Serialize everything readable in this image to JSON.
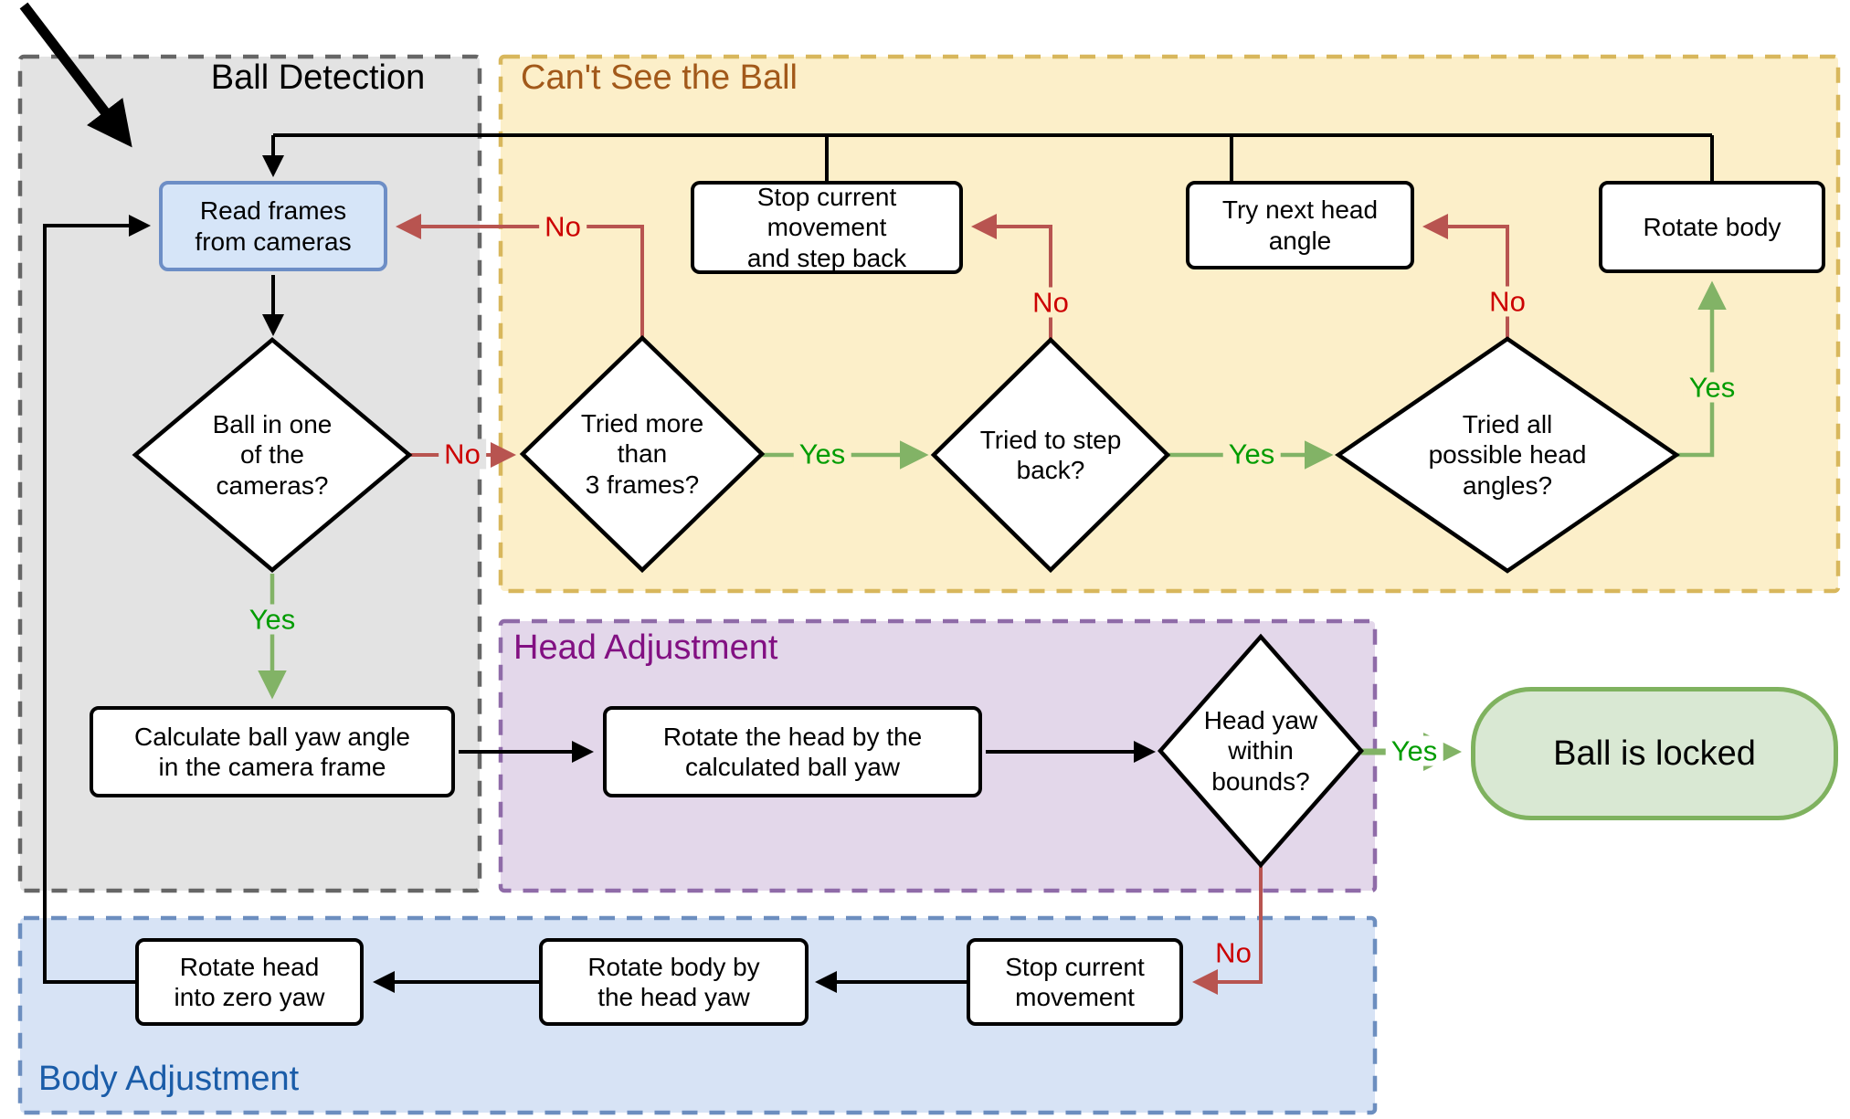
{
  "regions": {
    "ball_detection": {
      "label": "Ball Detection",
      "bg": "#e3e3e3",
      "border": "#666666",
      "title_color": "#000000"
    },
    "cant_see_ball": {
      "label": "Can't See the Ball",
      "bg": "#fcefc9",
      "border": "#d8b75c",
      "title_color": "#a2591a"
    },
    "head_adjustment": {
      "label": "Head Adjustment",
      "bg": "#e3d7ea",
      "border": "#8f6ba8",
      "title_color": "#821082"
    },
    "body_adjustment": {
      "label": "Body Adjustment",
      "bg": "#d7e3f5",
      "border": "#6c8ebf",
      "title_color": "#1a5ca8"
    }
  },
  "nodes": {
    "read_frames": {
      "label": "Read frames\nfrom cameras",
      "type": "process"
    },
    "ball_in_cameras": {
      "label": "Ball in one\nof the\ncameras?",
      "type": "decision"
    },
    "tried_3_frames": {
      "label": "Tried more\nthan\n3 frames?",
      "type": "decision"
    },
    "stop_step_back": {
      "label": "Stop current movement\nand step back",
      "type": "process"
    },
    "tried_step_back": {
      "label": "Tried to step\nback?",
      "type": "decision"
    },
    "try_next_head": {
      "label": "Try next head\nangle",
      "type": "process"
    },
    "tried_all_angles": {
      "label": "Tried all\npossible head\nangles?",
      "type": "decision"
    },
    "rotate_body": {
      "label": "Rotate body",
      "type": "process"
    },
    "calc_ball_yaw": {
      "label": "Calculate ball yaw angle\nin the camera frame",
      "type": "process"
    },
    "rotate_head_by_yaw": {
      "label": "Rotate the head by the\ncalculated ball yaw",
      "type": "process"
    },
    "head_yaw_bounds": {
      "label": "Head yaw\nwithin\nbounds?",
      "type": "decision"
    },
    "ball_locked": {
      "label": "Ball is locked",
      "type": "terminal"
    },
    "rotate_head_zero": {
      "label": "Rotate head\ninto zero yaw",
      "type": "process"
    },
    "rotate_body_by_head": {
      "label": "Rotate body by\nthe head yaw",
      "type": "process"
    },
    "stop_current_movement": {
      "label": "Stop current\nmovement",
      "type": "process"
    }
  },
  "edge_labels": {
    "ball_in_cameras_no": {
      "text": "No"
    },
    "ball_in_cameras_yes": {
      "text": "Yes"
    },
    "tried_3_frames_no": {
      "text": "No"
    },
    "tried_3_frames_yes": {
      "text": "Yes"
    },
    "tried_step_back_no": {
      "text": "No"
    },
    "tried_step_back_yes": {
      "text": "Yes"
    },
    "tried_all_angles_no": {
      "text": "No"
    },
    "tried_all_angles_yes": {
      "text": "Yes"
    },
    "head_yaw_bounds_yes": {
      "text": "Yes"
    },
    "head_yaw_bounds_no": {
      "text": "No"
    }
  },
  "colors": {
    "flow_black": "#000000",
    "flow_red": "#b85450",
    "flow_green": "#82b366",
    "no_text": "#cc0000",
    "yes_text": "#009c00",
    "process_fill": "#ffffff",
    "process_border": "#000000",
    "read_frames_fill": "#d6e5f8",
    "read_frames_border": "#6d8ec6",
    "ball_locked_fill": "#d9e8d3",
    "ball_locked_border": "#7fb25f"
  }
}
